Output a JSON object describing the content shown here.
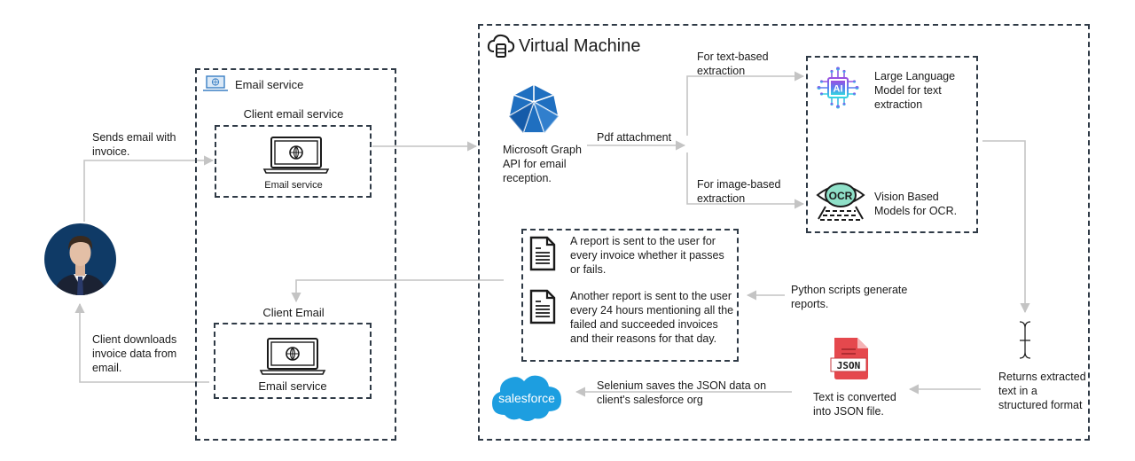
{
  "colors": {
    "border": "#2f3a46",
    "arrow": "#c4c4c4",
    "graph_blue": "#1f6fc0",
    "salesforce_blue": "#1d9ee0",
    "json_red": "#e5484d",
    "avatar_bg": "#0f3a66"
  },
  "user": {
    "avatar_icon": "user-avatar",
    "sends_label": "Sends email with invoice.",
    "downloads_label": "Client downloads invoice data from email."
  },
  "email_service_group": {
    "title": "Email service",
    "icon": "laptop-globe-icon",
    "client_service": {
      "title": "Client email service",
      "caption": "Email service",
      "icon": "laptop-globe-icon"
    },
    "client_email": {
      "title": "Client Email",
      "caption": "Email service",
      "icon": "laptop-globe-icon"
    }
  },
  "vm": {
    "title": "Virtual Machine",
    "icon": "cloud-server-icon",
    "graph_api": {
      "icon": "microsoft-graph-icon",
      "label": "Microsoft Graph API for email reception."
    },
    "pdf_label": "Pdf attachment",
    "text_branch_label": "For text-based extraction",
    "image_branch_label": "For image-based extraction",
    "models": {
      "llm": {
        "icon": "ai-chip-icon",
        "label": "Large Language Model for text extraction"
      },
      "ocr": {
        "icon": "ocr-eye-icon",
        "label": "Vision Based Models for OCR."
      }
    },
    "returns_label": "Returns extracted text in a structured format",
    "json_icon_text": "JSON",
    "json_label": "Text is converted into JSON file.",
    "selenium_label": "Selenium saves the JSON data on client's salesforce org",
    "salesforce_text": "salesforce",
    "python_label": "Python scripts  generate reports.",
    "reports": [
      {
        "icon": "document-icon",
        "text": "A report is sent to the user for every invoice whether it passes or fails."
      },
      {
        "icon": "document-icon",
        "text": "Another report is sent to the user every 24 hours mentioning all the failed and succeeded invoices and their reasons for that day."
      }
    ]
  }
}
